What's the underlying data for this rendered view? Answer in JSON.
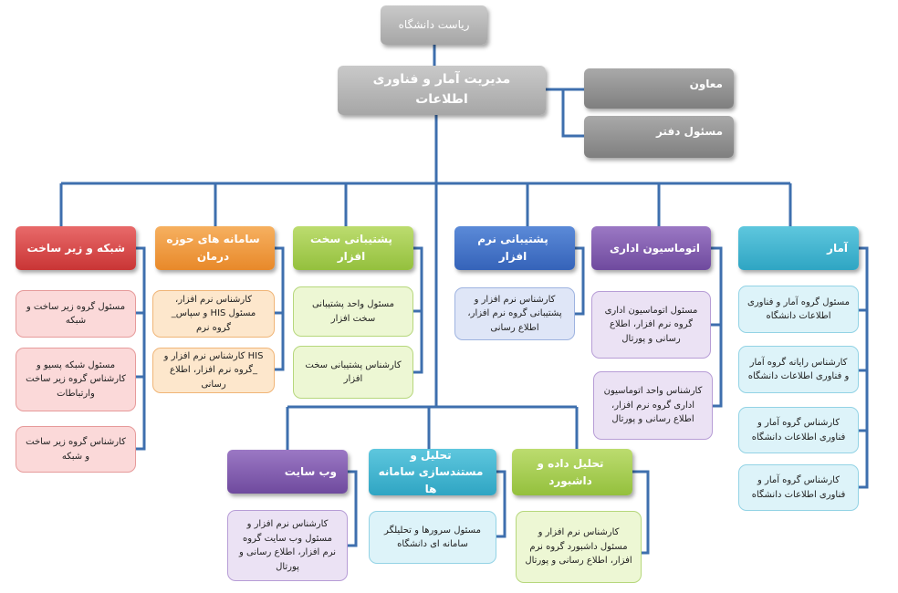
{
  "colors": {
    "connector": "#3e6fae",
    "gray": "#8c8c8c",
    "red": "#d64545",
    "orange": "#ee9a3c",
    "green": "#a3cc4c",
    "blue": "#4472c4",
    "purple": "#7b57a8",
    "teal": "#3bb3cf"
  },
  "top": {
    "presidency": "ریاست دانشگاه",
    "management": "مدیریت آمار و فناوری اطلاعات",
    "deputy": "معاون",
    "office": "مسئول دفتر"
  },
  "departments": {
    "network": {
      "title": "شبکه و زیر ساخت",
      "items": [
        "مسئول گروه زیر ساخت و شبکه",
        "مسئول شبکه پسیو و کارشناس گروه زیر ساخت وارتباطات",
        "کارشناس گروه زیر ساخت و شبکه"
      ]
    },
    "his": {
      "title": "سامانه های حوزه درمان",
      "items": [
        "کارشناس نرم افزار، مسئول HIS و سپاس_ گروه نرم",
        "HIS کارشناس نرم افزار و _گروه نرم افزار، اطلاع رسانی"
      ]
    },
    "hardware": {
      "title": "پشتیبانی سخت افزار",
      "items": [
        "مسئول واحد پشتیبانی سخت افزار",
        "کارشناس پشتیبانی سخت افزار"
      ]
    },
    "software": {
      "title": "پشتیبانی نرم افزار",
      "items": [
        "کارشناس نرم افزار و پشتیبانی گروه نرم افزار، اطلاع رسانی"
      ]
    },
    "automation": {
      "title": "اتوماسیون اداری",
      "items": [
        "مسئول اتوماسیون اداری گروه نرم افزار، اطلاع رسانی و پورتال",
        "کارشناس واحد اتوماسیون اداری گروه نرم افزار، اطلاع رسانی و پورتال"
      ]
    },
    "stats": {
      "title": "آمار",
      "items": [
        "مسئول گروه آمار و فناوری اطلاعات دانشگاه",
        "کارشناس رایانه گروه آمار و فناوری اطلاعات دانشگاه",
        "کارشناس گروه آمار و فناوری اطلاعات دانشگاه",
        "کارشناس گروه آمار و فناوری اطلاعات دانشگاه"
      ]
    },
    "website": {
      "title": "وب سایت",
      "items": [
        "کارشناس نرم افزار و مسئول وب سایت گروه نرم افزار، اطلاع رسانی و پورتال"
      ]
    },
    "analysis": {
      "title": "تحلیل و مستندسازی سامانه ها",
      "items": [
        "مسئول سرورها و تحلیلگر سامانه ای دانشگاه"
      ]
    },
    "data": {
      "title": "تحلیل داده و داشبورد",
      "items": [
        "کارشناس نرم افزار و مسئول داشبورد گروه نرم افزار، اطلاع رسانی و پورتال"
      ]
    }
  }
}
